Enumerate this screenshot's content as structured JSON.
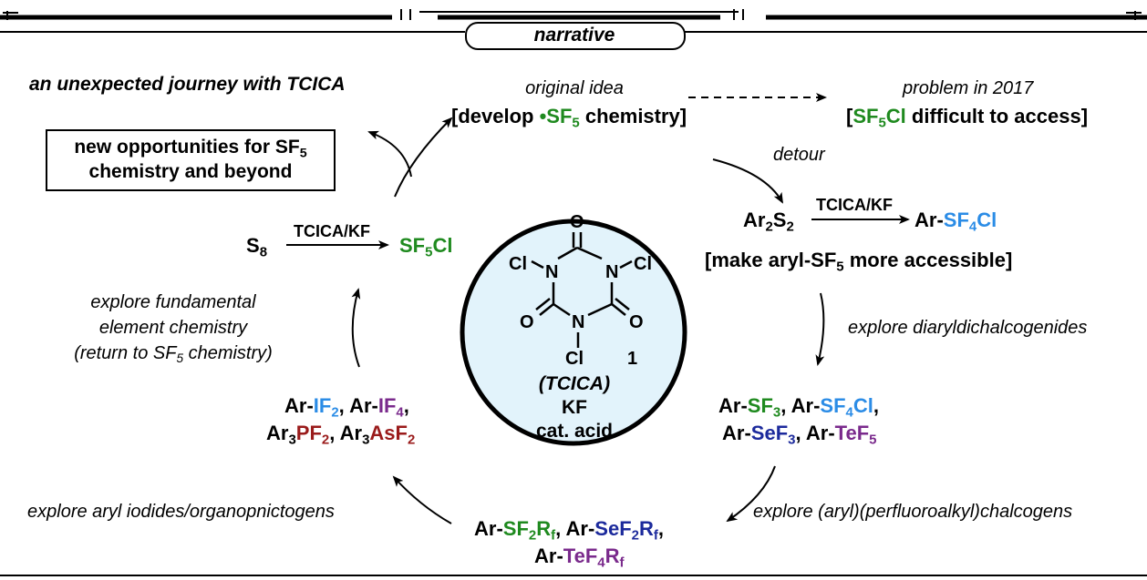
{
  "colors": {
    "green": "#1f8a1f",
    "blue": "#2b8ce6",
    "navy": "#1c2a9c",
    "purple": "#7a2a8c",
    "darkred": "#9a1b1b",
    "circle_fill": "#e2f3fb"
  },
  "header": {
    "label": "narrative"
  },
  "title": "an unexpected journey with TCICA",
  "opportunities": {
    "line1": "new opportunities for SF",
    "line1_sub": "5",
    "line2": "chemistry and beyond"
  },
  "original_idea": {
    "label": "original idea",
    "line_a": "[develop ",
    "dot": "•",
    "sf": "SF",
    "sub": "5",
    "line_b": " chemistry]"
  },
  "problem": {
    "label": "problem in 2017",
    "bracket_open": "[",
    "sf": "SF",
    "sub": "5",
    "cl": "Cl",
    "rest": " difficult to access]"
  },
  "detour": {
    "label": "detour"
  },
  "aryl_route": {
    "ar": "Ar",
    "sub2": "2",
    "s": "S",
    "reagent": "TCICA/KF",
    "product_pre": "Ar-",
    "product_sf": "SF",
    "product_sub": "4",
    "product_cl": "Cl",
    "goal": "[make aryl-SF",
    "goal_sub": "5",
    "goal_end": " more accessible]"
  },
  "s8_route": {
    "s": "S",
    "sub": "8",
    "reagent": "TCICA/KF",
    "product": "SF",
    "product_sub": "5",
    "product_cl": "Cl"
  },
  "fundamental": {
    "line1": "explore fundamental",
    "line2": "element chemistry",
    "line3a": "(return to SF",
    "line3_sub": "5",
    "line3b": " chemistry)"
  },
  "diaryl": {
    "label": "explore diaryldichalcogenides"
  },
  "chalcogenides": {
    "l1_pre": "Ar-",
    "l1_a": "SF",
    "l1_a_sub": "3",
    "l1_sep": ", Ar-",
    "l1_b": "SF",
    "l1_b_sub": "4",
    "l1_b_cl": "Cl",
    "l1_end": ",",
    "l2_pre": "Ar-",
    "l2_a": "SeF",
    "l2_a_sub": "3",
    "l2_sep": ", Ar-",
    "l2_b": "TeF",
    "l2_b_sub": "5"
  },
  "iodides": {
    "l1_pre": "Ar-",
    "l1_a": "IF",
    "l1_a_sub": "2",
    "l1_sep": ", Ar-",
    "l1_b": "IF",
    "l1_b_sub": "4",
    "l1_end": ",",
    "l2_pre": "Ar",
    "l2_pre_sub": "3",
    "l2_a": "PF",
    "l2_a_sub": "2",
    "l2_sep": ", Ar",
    "l2_sep_sub": "3",
    "l2_b": "AsF",
    "l2_b_sub": "2"
  },
  "perfluoro": {
    "label": "explore (aryl)(perfluoroalkyl)chalcogens"
  },
  "iodides_label": {
    "label": "explore aryl iodides/organopnictogens"
  },
  "bottom": {
    "l1_pre": "Ar-",
    "l1_a": "SF",
    "l1_a_sub": "2",
    "l1_a_r": "R",
    "l1_a_rsub": "f",
    "l1_sep": ", Ar-",
    "l1_b": "SeF",
    "l1_b_sub": "2",
    "l1_b_r": "R",
    "l1_b_rsub": "f",
    "l1_end": ",",
    "l2_pre": "Ar-",
    "l2_a": "TeF",
    "l2_a_sub": "4",
    "l2_a_r": "R",
    "l2_a_rsub": "f"
  },
  "molecule": {
    "o_top": "O",
    "o_left": "O",
    "o_right": "O",
    "n_left": "N",
    "n_right": "N",
    "n_bottom": "N",
    "cl_left": "Cl",
    "cl_right": "Cl",
    "cl_bottom": "Cl",
    "number": "1",
    "name": "(TCICA)",
    "kf": "KF",
    "acid": "cat. acid"
  }
}
